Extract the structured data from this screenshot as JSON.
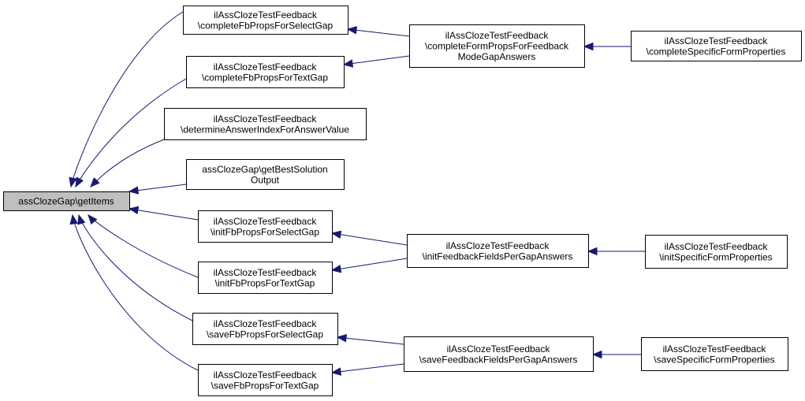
{
  "diagram": {
    "type": "call-graph",
    "edge_color": "#191970",
    "root_fill": "#bfbfbf",
    "nodes": [
      {
        "id": "root",
        "lines": [
          "assClozeGap\\getItems"
        ],
        "highlight": true
      },
      {
        "id": "cfp_select",
        "lines": [
          "ilAssClozeTestFeedback",
          "\\completeFbPropsForSelectGap"
        ]
      },
      {
        "id": "cfp_text",
        "lines": [
          "ilAssClozeTestFeedback",
          "\\completeFbPropsForTextGap"
        ]
      },
      {
        "id": "determine",
        "lines": [
          "ilAssClozeTestFeedback",
          "\\determineAnswerIndexForAnswerValue"
        ]
      },
      {
        "id": "best_solution",
        "lines": [
          "assClozeGap\\getBestSolution",
          "Output"
        ]
      },
      {
        "id": "init_select",
        "lines": [
          "ilAssClozeTestFeedback",
          "\\initFbPropsForSelectGap"
        ]
      },
      {
        "id": "init_text",
        "lines": [
          "ilAssClozeTestFeedback",
          "\\initFbPropsForTextGap"
        ]
      },
      {
        "id": "save_select",
        "lines": [
          "ilAssClozeTestFeedback",
          "\\saveFbPropsForSelectGap"
        ]
      },
      {
        "id": "save_text",
        "lines": [
          "ilAssClozeTestFeedback",
          "\\saveFbPropsForTextGap"
        ]
      },
      {
        "id": "complete_form",
        "lines": [
          "ilAssClozeTestFeedback",
          "\\completeFormPropsForFeedback",
          "ModeGapAnswers"
        ]
      },
      {
        "id": "init_fields",
        "lines": [
          "ilAssClozeTestFeedback",
          "\\initFeedbackFieldsPerGapAnswers"
        ]
      },
      {
        "id": "save_fields",
        "lines": [
          "ilAssClozeTestFeedback",
          "\\saveFeedbackFieldsPerGapAnswers"
        ]
      },
      {
        "id": "complete_specific",
        "lines": [
          "ilAssClozeTestFeedback",
          "\\completeSpecificFormProperties"
        ]
      },
      {
        "id": "init_specific",
        "lines": [
          "ilAssClozeTestFeedback",
          "\\initSpecificFormProperties"
        ]
      },
      {
        "id": "save_specific",
        "lines": [
          "ilAssClozeTestFeedback",
          "\\saveSpecificFormProperties"
        ]
      }
    ],
    "edges": [
      {
        "from": "cfp_select",
        "to": "root"
      },
      {
        "from": "cfp_text",
        "to": "root"
      },
      {
        "from": "determine",
        "to": "root"
      },
      {
        "from": "best_solution",
        "to": "root"
      },
      {
        "from": "init_select",
        "to": "root"
      },
      {
        "from": "init_text",
        "to": "root"
      },
      {
        "from": "save_select",
        "to": "root"
      },
      {
        "from": "save_text",
        "to": "root"
      },
      {
        "from": "complete_form",
        "to": "cfp_select"
      },
      {
        "from": "complete_form",
        "to": "cfp_text"
      },
      {
        "from": "init_fields",
        "to": "init_select"
      },
      {
        "from": "init_fields",
        "to": "init_text"
      },
      {
        "from": "save_fields",
        "to": "save_select"
      },
      {
        "from": "save_fields",
        "to": "save_text"
      },
      {
        "from": "complete_specific",
        "to": "complete_form"
      },
      {
        "from": "init_specific",
        "to": "init_fields"
      },
      {
        "from": "save_specific",
        "to": "save_fields"
      }
    ]
  }
}
